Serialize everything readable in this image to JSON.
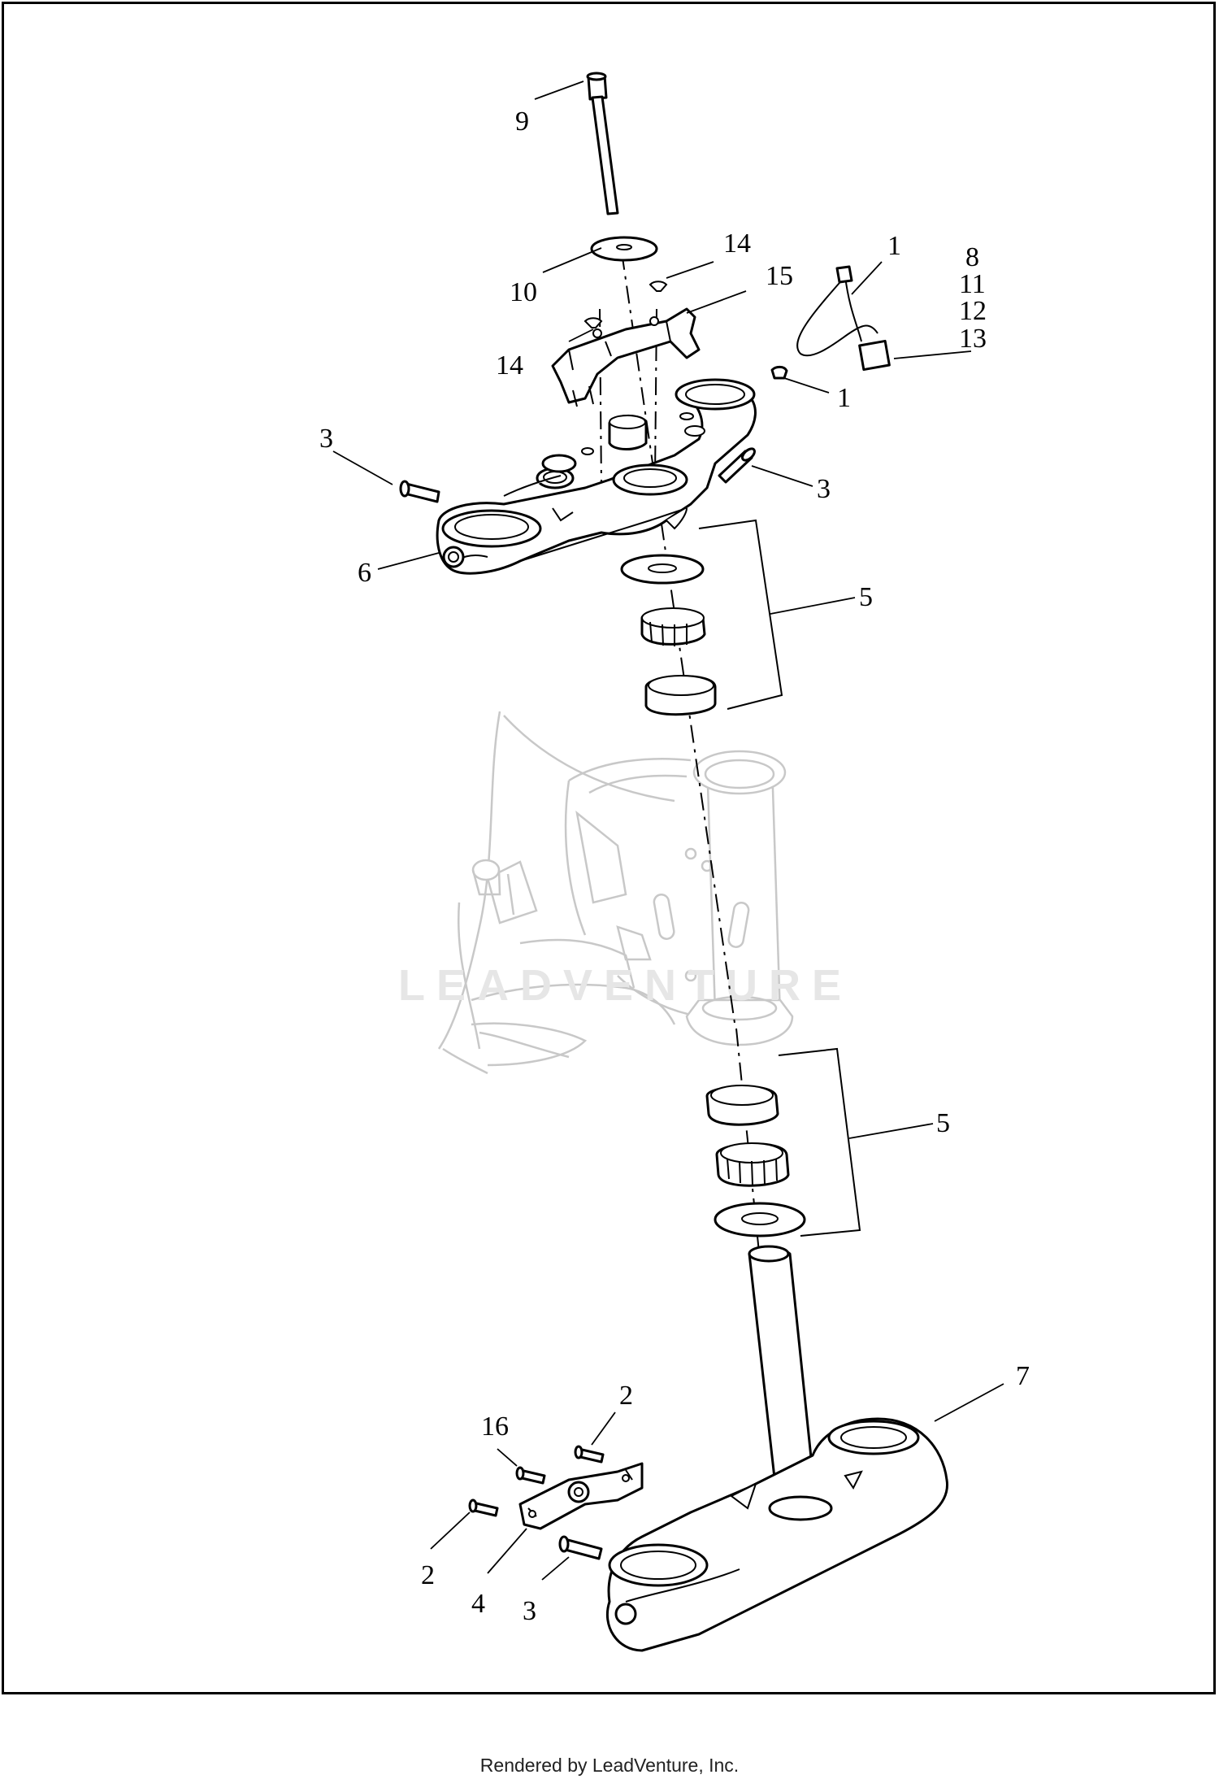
{
  "diagram": {
    "watermark": "LEADVENTURE",
    "callouts": {
      "c9": "9",
      "c10": "10",
      "c14a": "14",
      "c14b": "14",
      "c15": "15",
      "c1a": "1",
      "c1b": "1",
      "c8": "8",
      "c11": "11",
      "c12": "12",
      "c13": "13",
      "c3a": "3",
      "c3b": "3",
      "c6": "6",
      "c5a": "5",
      "c5b": "5",
      "c7": "7",
      "c2a": "2",
      "c2b": "2",
      "c16": "16",
      "c4": "4",
      "c3c": "3"
    }
  },
  "footer": {
    "credit": "Rendered by LeadVenture, Inc."
  }
}
